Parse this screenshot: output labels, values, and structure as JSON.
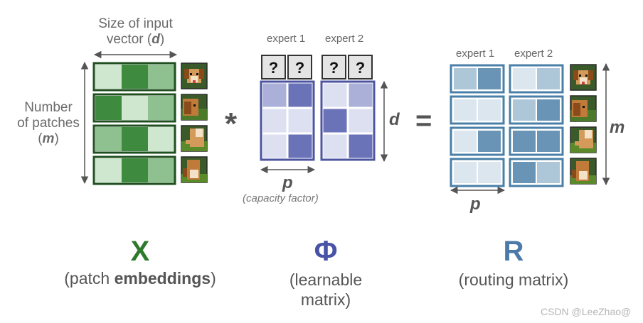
{
  "x_panel": {
    "width_label_line1": "Size of input",
    "width_label_line2_prefix": "vector (",
    "width_label_var": "d",
    "width_label_line2_suffix": ")",
    "height_label_line1": "Number",
    "height_label_line2": "of patches",
    "height_label_line3_prefix": "(",
    "height_label_var": "m",
    "height_label_line3_suffix": ")",
    "rows": [
      [
        "#cfe6cf",
        "#3e8a3e",
        "#8fc08f"
      ],
      [
        "#3e8a3e",
        "#cfe6cf",
        "#8fc08f"
      ],
      [
        "#8fc08f",
        "#3e8a3e",
        "#cfe6cf"
      ],
      [
        "#cfe6cf",
        "#3e8a3e",
        "#8fc08f"
      ]
    ]
  },
  "multiply_symbol": "*",
  "equals_symbol": "=",
  "phi_panel": {
    "experts": [
      "expert 1",
      "expert 2"
    ],
    "unknown_slot": "?",
    "height_label": "d",
    "width_label": "p",
    "width_caption": "(capacity factor)",
    "expert1_cells": [
      [
        "#aab0d8",
        "#6a72b8"
      ],
      [
        "#dde0f0",
        "#dde0f0"
      ],
      [
        "#dde0f0",
        "#6a72b8"
      ]
    ],
    "expert2_cells": [
      [
        "#dde0f0",
        "#aab0d8"
      ],
      [
        "#6a72b8",
        "#dde0f0"
      ],
      [
        "#dde0f0",
        "#6a72b8"
      ]
    ]
  },
  "r_panel": {
    "experts": [
      "expert 1",
      "expert 2"
    ],
    "height_label": "m",
    "width_label": "p",
    "expert1_cells": [
      [
        "#adc6d8",
        "#6a94b5"
      ],
      [
        "#dbe6ef",
        "#dbe6ef"
      ],
      [
        "#dbe6ef",
        "#6a94b5"
      ],
      [
        "#dbe6ef",
        "#dbe6ef"
      ]
    ],
    "expert2_cells": [
      [
        "#dbe6ef",
        "#adc6d8"
      ],
      [
        "#adc6d8",
        "#6a94b5"
      ],
      [
        "#6a94b5",
        "#6a94b5"
      ],
      [
        "#6a94b5",
        "#adc6d8"
      ]
    ]
  },
  "legend": {
    "x_symbol": "X",
    "x_caption_prefix": "(patch ",
    "x_caption_bold": "embeddings",
    "x_caption_suffix": ")",
    "phi_symbol": "Φ",
    "phi_caption_line1": "(learnable",
    "phi_caption_line2": "matrix)",
    "r_symbol": "R",
    "r_caption": "(routing matrix)"
  },
  "watermark": "CSDN @LeeZhao@",
  "colors": {
    "x_border": "#1f4f1f",
    "phi_border": "#4d55a0",
    "r_border": "#4a7fa8",
    "x_symbol": "#2d7a2d",
    "phi_symbol": "#4852a6",
    "r_symbol": "#4b79a8",
    "arrow": "#555555"
  },
  "icons": [
    "dog-face-icon",
    "dog-ear-icon",
    "dog-tail-icon",
    "dog-paw-icon"
  ]
}
